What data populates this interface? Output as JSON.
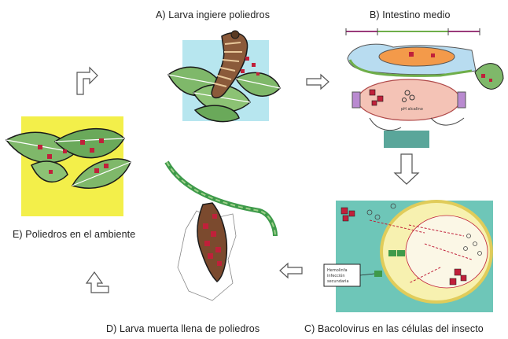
{
  "labels": {
    "a": "A) Larva ingiere poliedros",
    "b": "B) Intestino medio",
    "c": "C) Bacolovirus en las células del insecto",
    "d": "D) Larva muerta llena de poliedros",
    "e": "E) Poliedros en el ambiente"
  },
  "inset": {
    "midgut_text": "pH alcalino",
    "box_text": "Hemolinfa\ninfección\nsecundaria"
  },
  "colors": {
    "sky": "#b7e6ef",
    "yellow": "#f3ef4a",
    "teal": "#6ec6b8",
    "leaf": "#7fb86a",
    "polyhedra": "#c0203a",
    "orange": "#f39a4a",
    "pink": "#f4c3b6"
  }
}
